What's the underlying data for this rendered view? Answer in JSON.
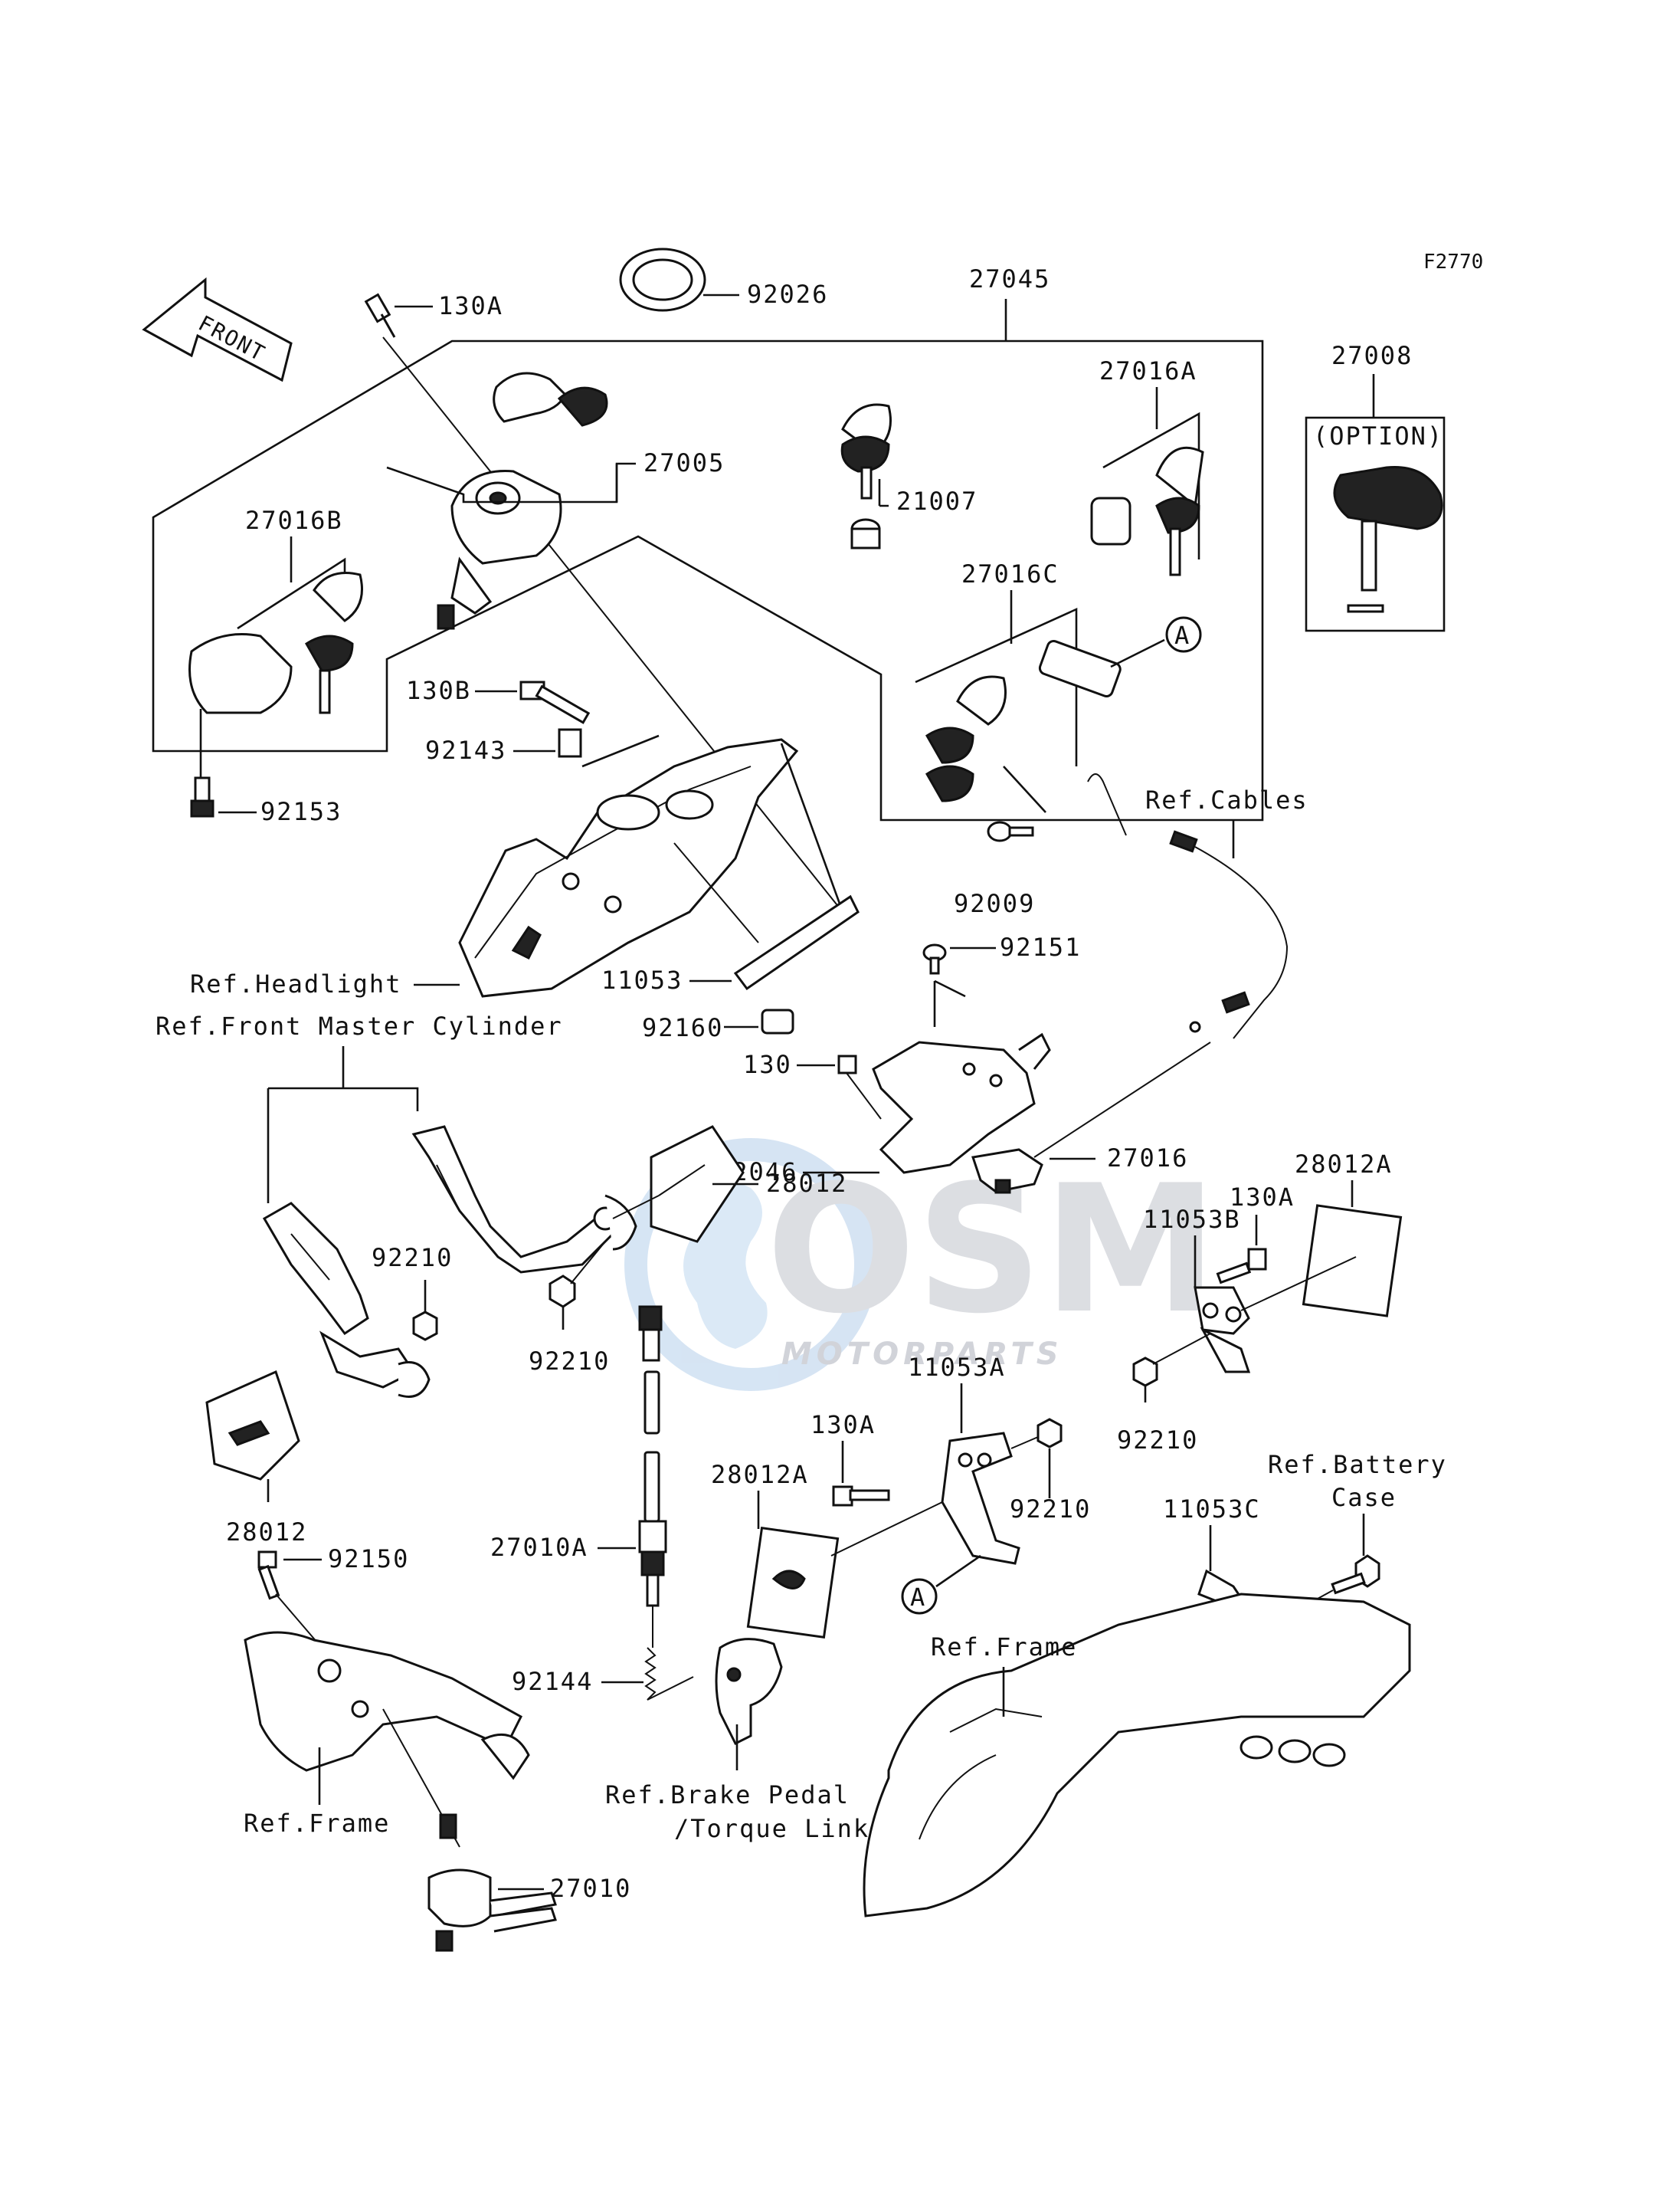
{
  "diagram_code": "F2770",
  "front_arrow": "FRONT",
  "watermark": {
    "brand": "OSM",
    "sub": "MOTORPARTS"
  },
  "callout_a": "A",
  "option_label": "(OPTION)",
  "labels": {
    "l130A_top": "130A",
    "l92026": "92026",
    "l27045": "27045",
    "l27008": "27008",
    "l27016A": "27016A",
    "l27005": "27005",
    "l21007": "21007",
    "l27016B": "27016B",
    "l27016C": "27016C",
    "l130B": "130B",
    "l92143": "92143",
    "l92153": "92153",
    "lRefCables": "Ref.Cables",
    "l92009": "92009",
    "l92151": "92151",
    "lRefHeadlight": "Ref.Headlight",
    "l11053": "11053",
    "l92160": "92160",
    "lRefFMC": "Ref.Front Master Cylinder",
    "l130": "130",
    "l32046": "32046",
    "l27016": "27016",
    "l28012_mid": "28012",
    "l28012A_right": "28012A",
    "l130A_right": "130A",
    "l11053B": "11053B",
    "l92210_left": "92210",
    "l92210_mid": "92210",
    "l92210_right": "92210",
    "l11053A": "11053A",
    "l130A_mid": "130A",
    "l28012A_mid": "28012A",
    "l92210_lower": "92210",
    "lRefBattery1": "Ref.Battery",
    "lRefBattery2": "Case",
    "l11053C": "11053C",
    "l28012_left": "28012",
    "l92150": "92150",
    "l27010A": "27010A",
    "l92144": "92144",
    "lRefFrame_right": "Ref.Frame",
    "lRefBrake1": "Ref.Brake Pedal",
    "lRefBrake2": "/Torque Link",
    "lRefFrame_left": "Ref.Frame",
    "l27010": "27010"
  }
}
